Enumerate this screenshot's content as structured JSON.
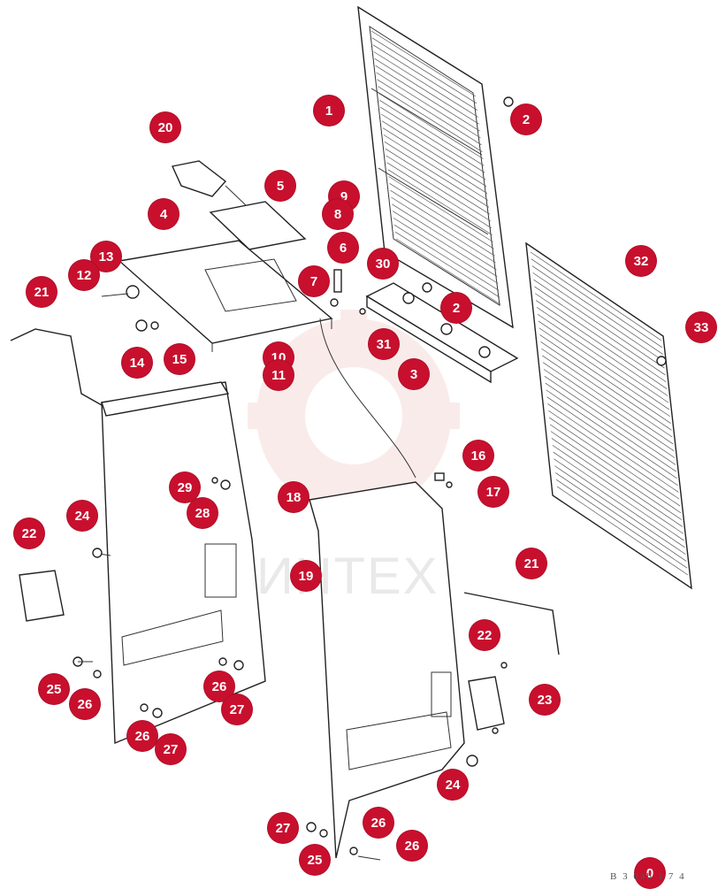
{
  "diagram": {
    "watermark_text": "ИНТЕХ",
    "drawing_code": "B 3 04b 1 7 4",
    "colors": {
      "callout": "#c8102e",
      "watermark": "#f3c7c7",
      "line": "#222222"
    },
    "callouts": [
      {
        "label": "1"
      },
      {
        "label": "2"
      },
      {
        "label": "20"
      },
      {
        "label": "5"
      },
      {
        "label": "9"
      },
      {
        "label": "8"
      },
      {
        "label": "4"
      },
      {
        "label": "6"
      },
      {
        "label": "13"
      },
      {
        "label": "12"
      },
      {
        "label": "7"
      },
      {
        "label": "30"
      },
      {
        "label": "2"
      },
      {
        "label": "32"
      },
      {
        "label": "21"
      },
      {
        "label": "14"
      },
      {
        "label": "15"
      },
      {
        "label": "10"
      },
      {
        "label": "11"
      },
      {
        "label": "31"
      },
      {
        "label": "3"
      },
      {
        "label": "33"
      },
      {
        "label": "16"
      },
      {
        "label": "29"
      },
      {
        "label": "17"
      },
      {
        "label": "18"
      },
      {
        "label": "28"
      },
      {
        "label": "24"
      },
      {
        "label": "22"
      },
      {
        "label": "19"
      },
      {
        "label": "21"
      },
      {
        "label": "22"
      },
      {
        "label": "23"
      },
      {
        "label": "26"
      },
      {
        "label": "25"
      },
      {
        "label": "26"
      },
      {
        "label": "27"
      },
      {
        "label": "26"
      },
      {
        "label": "27"
      },
      {
        "label": "24"
      },
      {
        "label": "27"
      },
      {
        "label": "26"
      },
      {
        "label": "25"
      },
      {
        "label": "26"
      },
      {
        "label": "0"
      }
    ]
  }
}
